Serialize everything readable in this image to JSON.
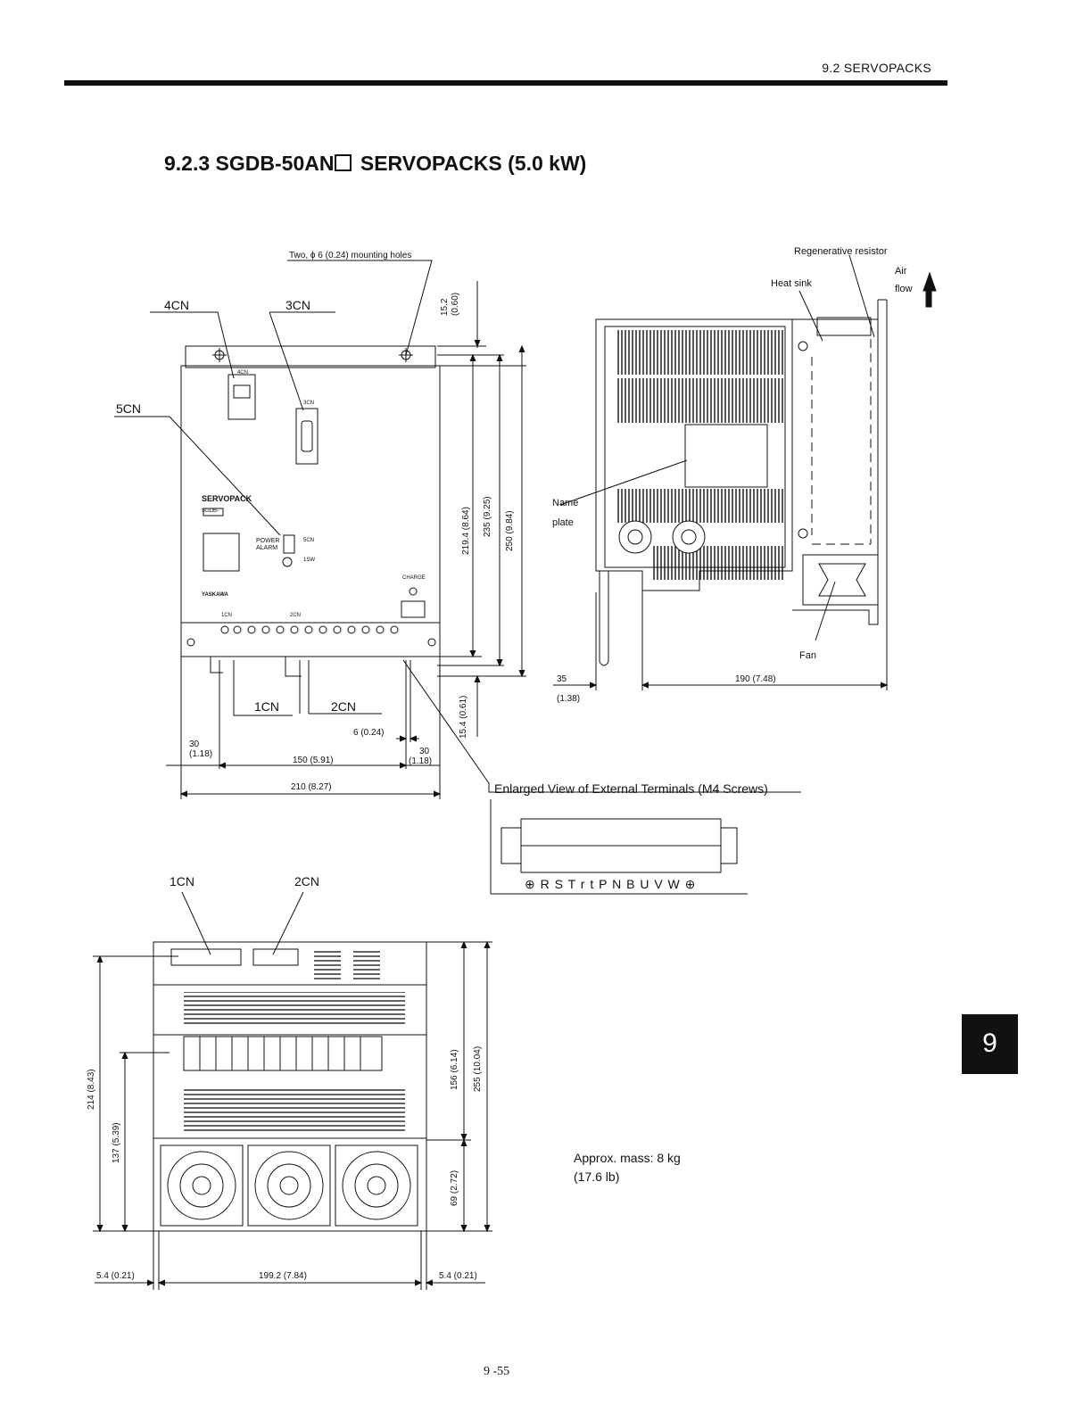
{
  "header": {
    "section": "9.2  SERVOPACKS"
  },
  "title": {
    "prefix": "9.2.3  SGDB-50AN",
    "suffix": " SERVOPACKS (5.0 kW)"
  },
  "front_view": {
    "mounting_holes": "Two, ϕ 6 (0.24) mounting holes",
    "connectors": {
      "cn4": "4CN",
      "cn3": "3CN",
      "cn5": "5CN",
      "cn1": "1CN",
      "cn2": "2CN"
    },
    "panel": {
      "brand": "SERVOPACK",
      "model": "SGDB-",
      "power": "POWER",
      "alarm": "ALARM",
      "sw5": "5CN",
      "sw1": "1SW",
      "charge": "CHARGE",
      "maker": "YASKAWA",
      "tag4": "4CN",
      "tag3": "3CN",
      "tag1": "1CN",
      "tag2": "2CN"
    },
    "dims": {
      "d15_2": "15.2",
      "d15_2_in": "(0.60)",
      "d219": "219.4 (8.64)",
      "d235": "235 (9.25)",
      "d250": "250 (9.84)",
      "d15_4": "15.4 (0.61)",
      "d6": "6 (0.24)",
      "d30l": "30",
      "d30l_in": "(1.18)",
      "d30r": "30",
      "d30r_in": "(1.18)",
      "d150": "150 (5.91)",
      "d210": "210 (8.27)"
    }
  },
  "side_view": {
    "regen": "Regenerative resistor",
    "air": "Air",
    "flow": "flow",
    "heatsink": "Heat sink",
    "name": "Name",
    "plate": "plate",
    "fan": "Fan",
    "d35": "35",
    "d35_in": "(1.38)",
    "d190": "190 (7.48)"
  },
  "terminals": {
    "title": "Enlarged View of External Terminals (M4 Screws)",
    "labels": "⊕  R S T  r  t  P N B U V W ⊕"
  },
  "bottom_view": {
    "cn1": "1CN",
    "cn2": "2CN",
    "d214": "214 (8.43)",
    "d137": "137 (5.39)",
    "d156": "156 (6.14)",
    "d255": "255 (10.04)",
    "d69": "69 (2.72)",
    "d5_4l": "5.4 (0.21)",
    "d199": "199.2 (7.84)",
    "d5_4r": "5.4 (0.21)"
  },
  "mass": {
    "line1": "Approx. mass: 8 kg",
    "line2": "(17.6 lb)"
  },
  "chapter_tab": "9",
  "folio": "9 -55"
}
